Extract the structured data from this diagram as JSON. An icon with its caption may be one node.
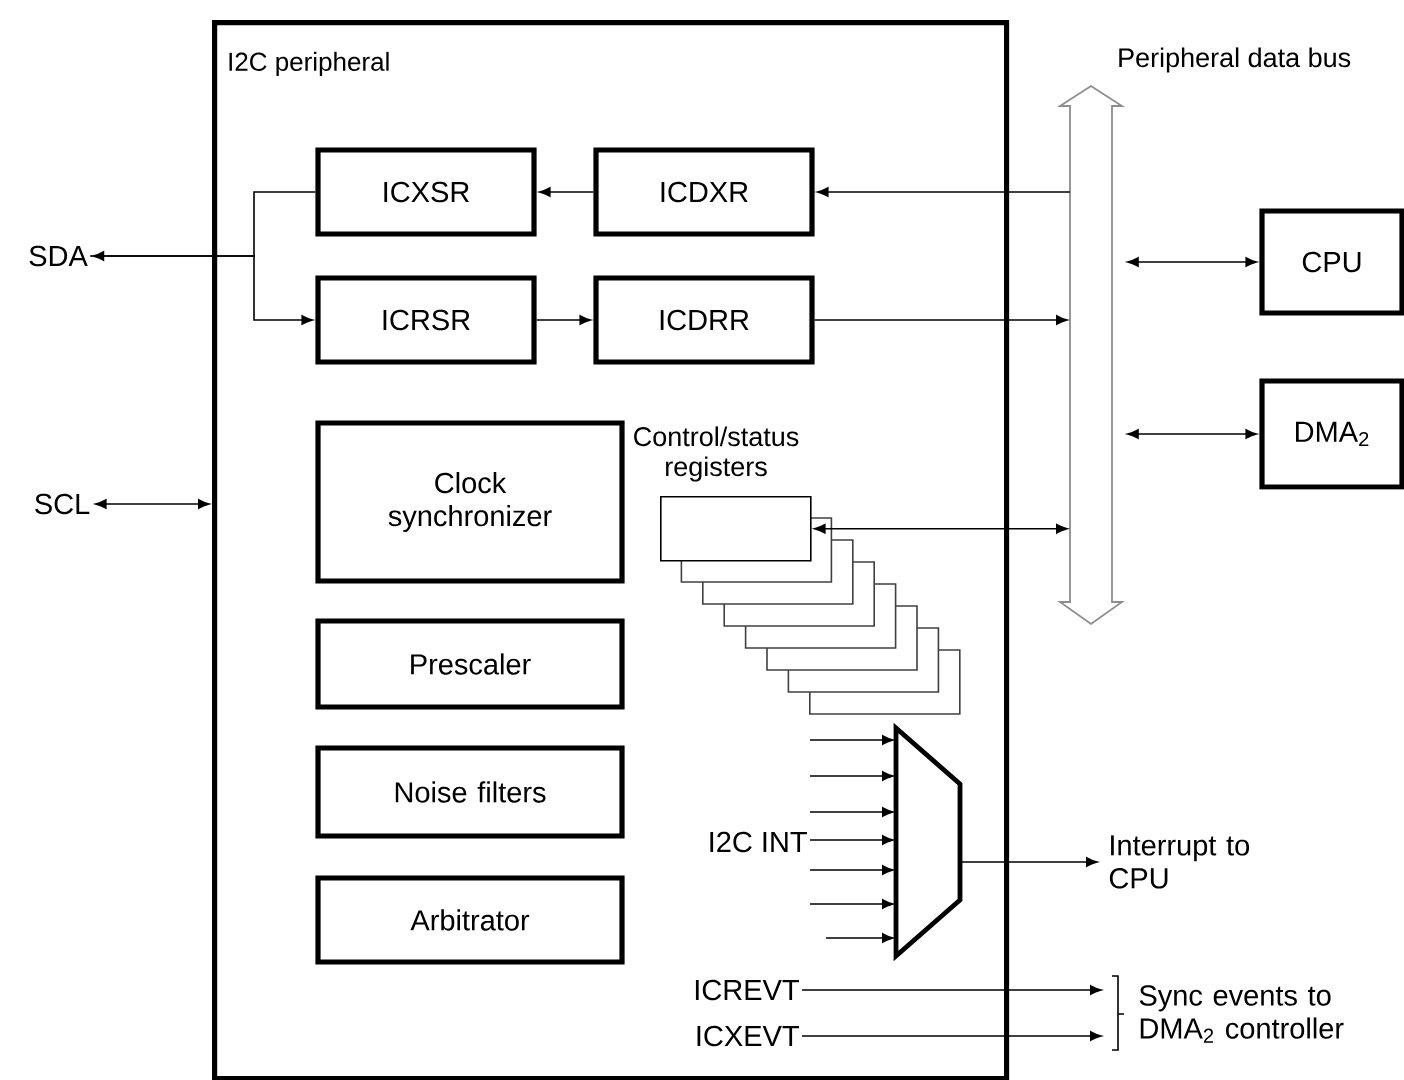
{
  "diagram": {
    "nodes": [
      {
        "text": [
          "I2C peripheral"
        ]
      },
      {
        "text": [
          "ICXSR"
        ],
        "in": 0
      },
      {
        "text": [
          "ICDXR"
        ],
        "in": 0
      },
      {
        "text": [
          "ICRSR"
        ],
        "in": 0
      },
      {
        "text": [
          "ICDRR"
        ],
        "in": 0
      },
      {
        "text": [
          "Clock synchronizer"
        ],
        "in": 0
      },
      {
        "text": [
          "Prescaler"
        ],
        "in": 0
      },
      {
        "text": [
          "Noise filters"
        ],
        "in": 0
      },
      {
        "text": [
          "Arbitrator"
        ],
        "in": 0
      },
      {
        "text": [
          "Control/status registers"
        ],
        "in": 0
      },
      {
        "text": [],
        "shape": "trapezoid",
        "in": 0
      },
      {
        "text": [],
        "shape": "arrow"
      },
      {
        "text": [
          "CPU"
        ]
      },
      {
        "text": [
          "DMA$_{2}$"
        ]
      },
      {
        "text": [
          "SDA"
        ]
      },
      {
        "text": [
          "SCL"
        ]
      },
      {
        "text": [
          "Interrupt to CPU"
        ]
      },
      {
        "text": [
          "ICREVT"
        ],
        "in": 0
      },
      {
        "text": [
          "ICXEVT"
        ],
        "in": 0
      },
      {
        "text": [
          "Sync events to DMA$_{2}$ controller"
        ]
      },
      {
        "text": [
          "I2C INT"
        ],
        "in": 0
      }
    ],
    "edges": [
      {
        "from": 2,
        "to": 1,
        "arrow": "to"
      },
      {
        "from": 11,
        "to": 2,
        "arrow": "to"
      },
      {
        "from": 3,
        "to": 4,
        "arrow": "to"
      },
      {
        "from": 4,
        "to": 11,
        "arrow": "to"
      },
      {
        "from": 1,
        "to": 14,
        "arrow": "to"
      },
      {
        "from": 14,
        "to": 3,
        "arrow": "to"
      },
      {
        "from": 15,
        "to": 0,
        "arrow": "both"
      },
      {
        "from": 9,
        "to": 11,
        "arrow": "both"
      },
      {
        "from": 11,
        "to": 12,
        "arrow": "both"
      },
      {
        "from": 11,
        "to": 13,
        "arrow": "both"
      },
      {
        "from": null,
        "to": 10,
        "arrow": "to"
      },
      {
        "from": null,
        "to": 10,
        "arrow": "to"
      },
      {
        "from": 20,
        "to": 10,
        "arrow": "to"
      },
      {
        "from": 20,
        "to": 10,
        "arrow": "to"
      },
      {
        "from": 20,
        "to": 10,
        "arrow": "to"
      },
      {
        "from": 20,
        "to": 10,
        "arrow": "to"
      },
      {
        "from": null,
        "to": 10,
        "arrow": "to"
      },
      {
        "from": 10,
        "to": 16,
        "arrow": "to"
      },
      {
        "from": 17,
        "to": 19,
        "arrow": "to"
      },
      {
        "from": 18,
        "to": 19,
        "arrow": "to"
      }
    ],
    "labels": [
      "Peripheral data bus"
    ]
  }
}
